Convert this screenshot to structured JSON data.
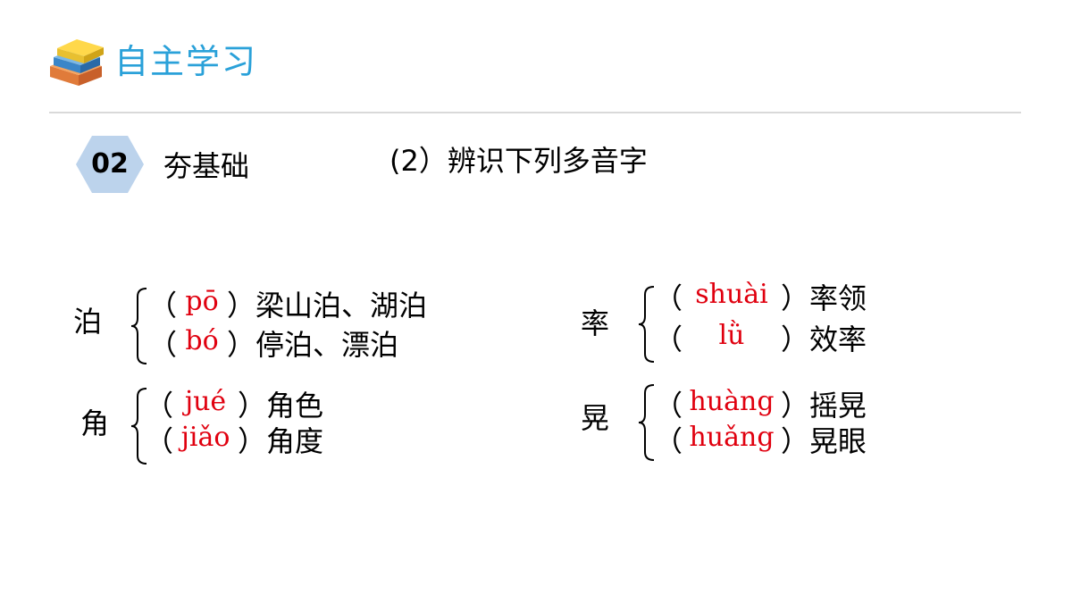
{
  "header": {
    "title": "自主学习",
    "icon": "books-icon"
  },
  "section": {
    "number": "02",
    "subtitle": "夯基础",
    "task": "(2）辨识下列多音字"
  },
  "colors": {
    "accent": "#2aa1d9",
    "hexagon": "#bcd3ec",
    "pinyin": "#e0000f"
  },
  "groups": [
    {
      "char": "泊",
      "readings": [
        {
          "open": "（",
          "pinyin": "pō",
          "close": "）",
          "words": "梁山泊、湖泊"
        },
        {
          "open": "（",
          "pinyin": "bó",
          "close": "）",
          "words": "停泊、漂泊"
        }
      ]
    },
    {
      "char": "率",
      "readings": [
        {
          "open": "（",
          "pinyin": "shuài",
          "close": "）",
          "words": "率领"
        },
        {
          "open": "（",
          "pinyin": "lǜ",
          "close": "）",
          "words": "效率"
        }
      ]
    },
    {
      "char": "角",
      "readings": [
        {
          "open": "（",
          "pinyin": "jué",
          "close": "）",
          "words": "角色"
        },
        {
          "open": "（",
          "pinyin": "jiǎo",
          "close": "）",
          "words": "角度"
        }
      ]
    },
    {
      "char": "晃",
      "readings": [
        {
          "open": "（",
          "pinyin": "huàng",
          "close": "）",
          "words": "摇晃"
        },
        {
          "open": "（",
          "pinyin": "huǎng",
          "close": "）",
          "words": "晃眼"
        }
      ]
    }
  ]
}
